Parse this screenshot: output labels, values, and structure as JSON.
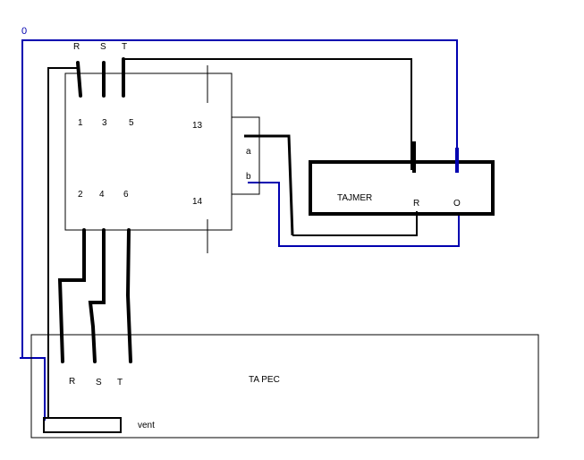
{
  "diagram": {
    "neutral_label": "0",
    "supply": {
      "labels": [
        "R",
        "S",
        "T"
      ]
    },
    "contactor": {
      "line_terminals": [
        "1",
        "3",
        "5"
      ],
      "load_terminals": [
        "2",
        "4",
        "6"
      ],
      "aux_terminals": [
        "13",
        "14"
      ],
      "aux_contacts": [
        "a",
        "b"
      ]
    },
    "timer": {
      "label": "TAJMER",
      "terminals": [
        "R",
        "O"
      ]
    },
    "furnace": {
      "label": "TA PEC",
      "phase_labels": [
        "R",
        "S",
        "T"
      ],
      "fan_label": "vent"
    },
    "colors": {
      "wire_black": "#000000",
      "wire_neutral": "#0000b0",
      "background": "#ffffff"
    }
  }
}
